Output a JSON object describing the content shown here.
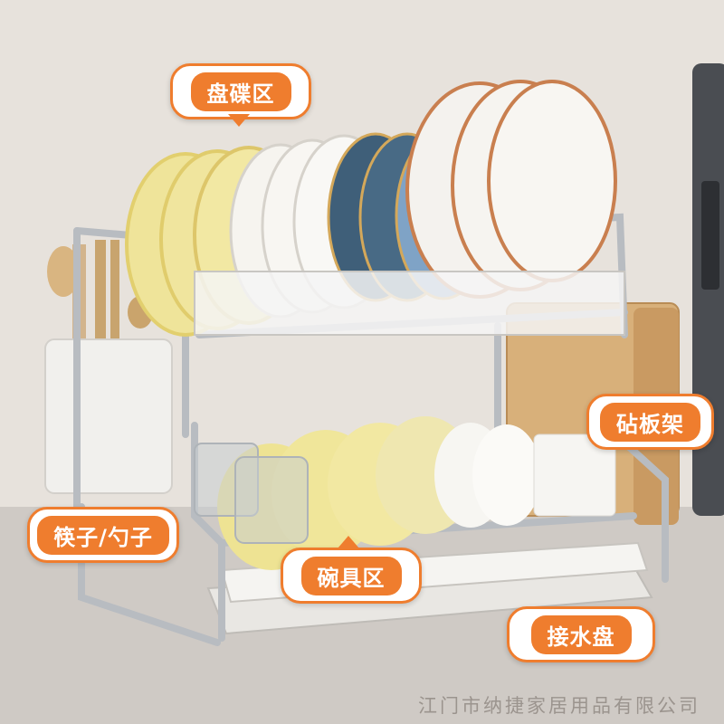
{
  "labels": {
    "plate_zone": "盘碟区",
    "cutting_board": "砧板架",
    "chopsticks": "筷子/勺子",
    "bowl_zone": "碗具区",
    "drip_tray": "接水盘"
  },
  "footer": {
    "company": "江门市纳捷家居用品有限公司"
  },
  "colors": {
    "accent": "#ef7d2e",
    "rack": "#c9ccd0",
    "plate_yellow": "#efe49a",
    "plate_blue": "#3f5f79",
    "plate_white": "#f4f2ee"
  }
}
